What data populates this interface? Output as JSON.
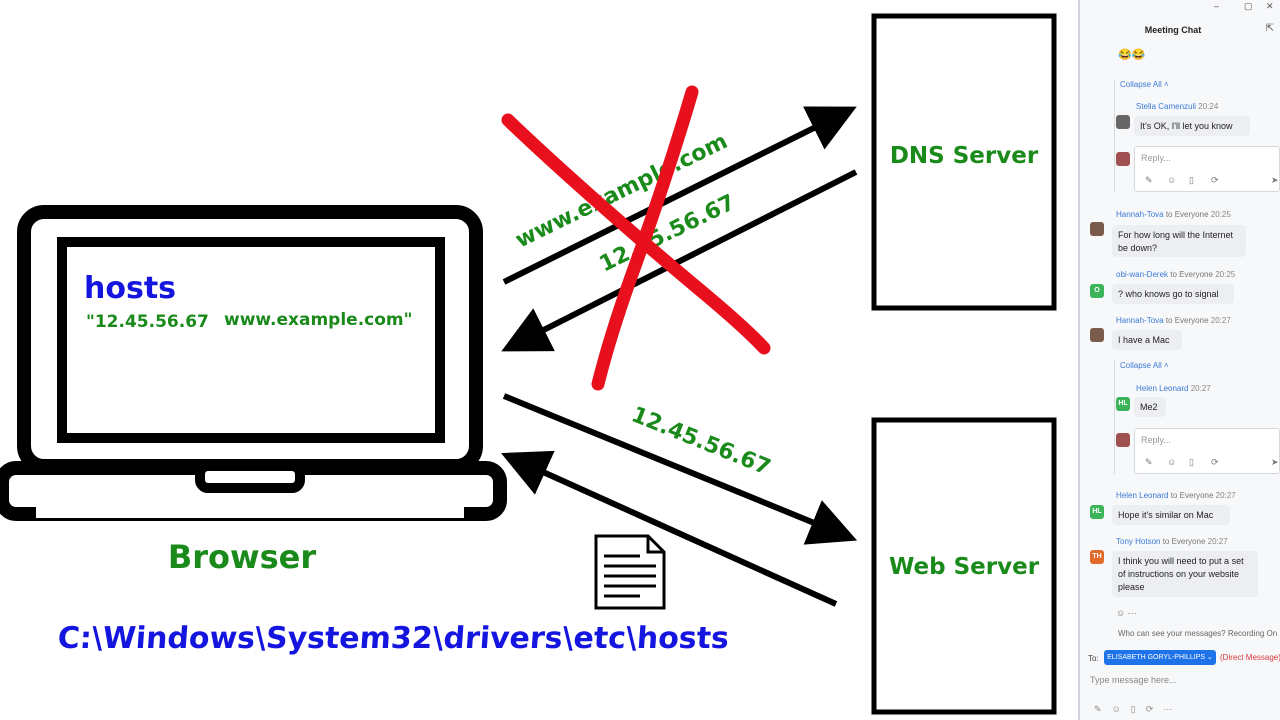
{
  "diagram": {
    "hosts_title": "hosts",
    "hosts_entry_ip": "\"12.45.56.67",
    "hosts_entry_domain": "www.example.com\"",
    "browser_label": "Browser",
    "hosts_path": "C:\\Windows\\System32\\drivers\\etc\\hosts",
    "dns_server_label": "DNS Server",
    "web_server_label": "Web Server",
    "dns_query_label": "www.example.com",
    "dns_response_label": "12.45.56.67",
    "web_request_label": "12.45.56.67",
    "colors": {
      "green": "#1a8a1a",
      "blue": "#1515e0",
      "red": "#e8101c",
      "black": "#000000"
    }
  },
  "window": {
    "minimize": "–",
    "maximize": "▢",
    "close": "✕"
  },
  "chat": {
    "title": "Meeting Chat",
    "popout_icon": "popout-icon",
    "emoji_row": "😂😂",
    "collapse_all_label": "Collapse All ˄",
    "thread1": {
      "sender": "Stella Camenzuli",
      "time": "20:24",
      "text": "It's OK, I'll let you know",
      "reply_placeholder": "Reply..."
    },
    "messages": [
      {
        "sender": "Hannah-Tova",
        "to": "to Everyone",
        "time": "20:25",
        "text": "For how long will the Internet be down?",
        "avatar": ""
      },
      {
        "sender": "obi-wan-Derek",
        "to": "to Everyone",
        "time": "20:25",
        "text": "? who knows go to signal",
        "avatar": "O"
      },
      {
        "sender": "Hannah-Tova",
        "to": "to Everyone",
        "time": "20:27",
        "text": "I have a Mac",
        "avatar": ""
      }
    ],
    "thread2": {
      "sender": "Helen Leonard",
      "time": "20:27",
      "text": "Me2",
      "avatar": "HL",
      "reply_placeholder": "Reply..."
    },
    "messages2": [
      {
        "sender": "Helen Leonard",
        "to": "to Everyone",
        "time": "20:27",
        "text": "Hope it's similar on Mac",
        "avatar": "HL"
      },
      {
        "sender": "Tony Hotson",
        "to": "to Everyone",
        "time": "20:27",
        "text": "I think you will need to put a set of instructions on your website please",
        "avatar": "TH"
      }
    ],
    "visibility_note": "Who can see your messages? Recording On",
    "to_label": "To:",
    "recipient": "ELISABETH GORYL-PHILLIPS ⌄",
    "direct_message": "(Direct Message)",
    "input_placeholder": "Type message here..."
  }
}
